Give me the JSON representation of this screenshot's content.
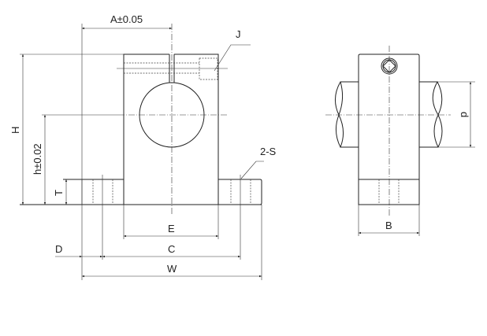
{
  "labels": {
    "A": "A±0.05",
    "J": "J",
    "H": "H",
    "h": "h±0.02",
    "T": "T",
    "S": "2-S",
    "E": "E",
    "D": "D",
    "C": "C",
    "W": "W",
    "B": "B",
    "d": "d"
  }
}
